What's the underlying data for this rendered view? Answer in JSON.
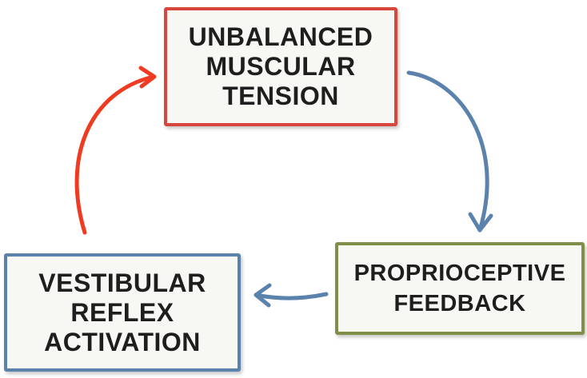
{
  "diagram": {
    "nodes": {
      "top": {
        "lines": [
          "UNBALANCED",
          "MUSCULAR",
          "TENSION"
        ],
        "border_color": "#d9463d"
      },
      "right": {
        "lines": [
          "PROPRIOCEPTIVE",
          "FEEDBACK"
        ],
        "border_color": "#7f8f47"
      },
      "left": {
        "lines": [
          "VESTIBULAR",
          "REFLEX",
          "ACTIVATION"
        ],
        "border_color": "#5b82ad"
      }
    },
    "edges": [
      {
        "from": "top",
        "to": "right",
        "color": "#5b82ad"
      },
      {
        "from": "right",
        "to": "left",
        "color": "#5b82ad"
      },
      {
        "from": "left",
        "to": "top",
        "color": "#ef3b22"
      }
    ]
  }
}
